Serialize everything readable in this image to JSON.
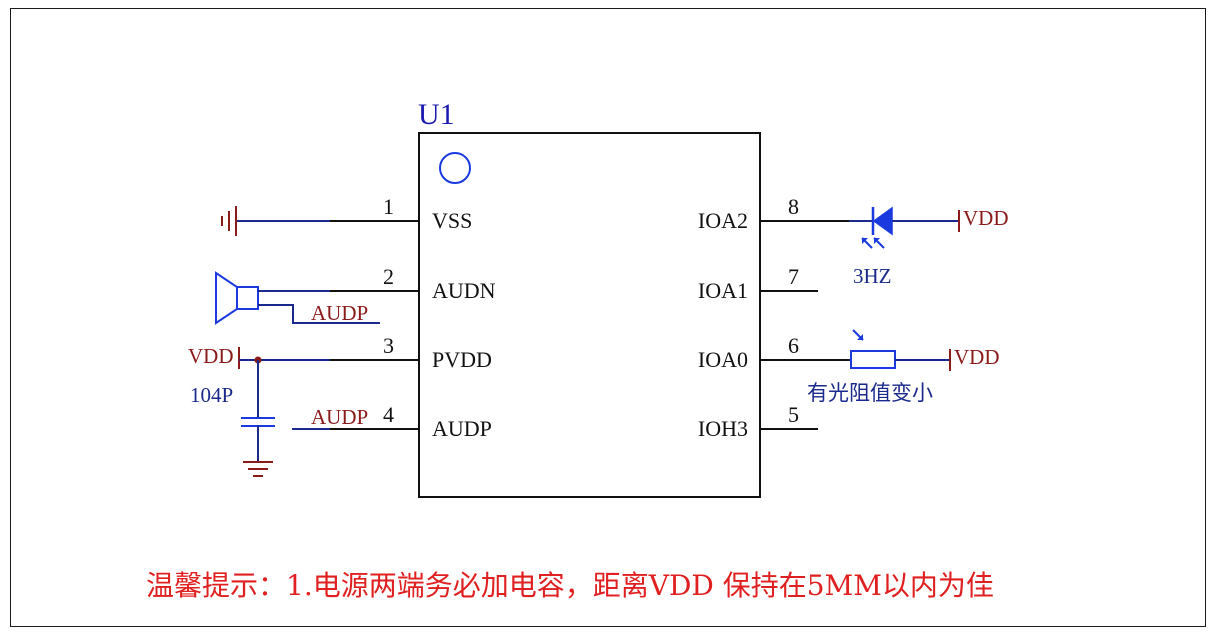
{
  "chip": {
    "ref": "U1",
    "left_pins": [
      {
        "num": "1",
        "name": "VSS"
      },
      {
        "num": "2",
        "name": "AUDN"
      },
      {
        "num": "3",
        "name": "PVDD"
      },
      {
        "num": "4",
        "name": "AUDP"
      }
    ],
    "right_pins": [
      {
        "num": "8",
        "name": "IOA2"
      },
      {
        "num": "7",
        "name": "IOA1"
      },
      {
        "num": "6",
        "name": "IOA0"
      },
      {
        "num": "5",
        "name": "IOH3"
      }
    ]
  },
  "nets": {
    "speaker_audp": "AUDP",
    "pin4_audp": "AUDP",
    "pvdd_vdd": "VDD",
    "led_vdd": "VDD",
    "ldr_vdd": "VDD"
  },
  "components": {
    "capacitor_value": "104P",
    "led_label": "3HZ",
    "ldr_label": "有光阻值变小"
  },
  "note": "温馨提示：1.电源两端务必加电容，距离VDD 保持在5MM以内为佳",
  "colors": {
    "wire": "#1a2a8c",
    "symbol_red": "#8b1a1a",
    "component_blue": "#1a3ae0",
    "note_red": "#e02020"
  }
}
